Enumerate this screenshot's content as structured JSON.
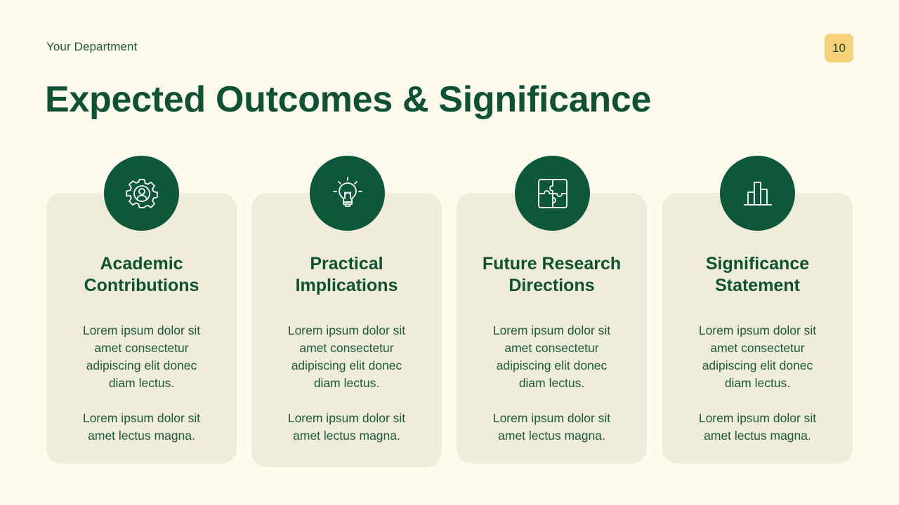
{
  "header": {
    "department": "Your Department",
    "page_number": "10",
    "title": "Expected Outcomes & Significance"
  },
  "colors": {
    "background": "#fdfbee",
    "card": "#efecd9",
    "accent_green": "#0d573a",
    "badge": "#f5d27a"
  },
  "cards": [
    {
      "icon": "gear-user-icon",
      "title": "Academic Contributions",
      "paragraph1": "Lorem ipsum dolor sit amet consectetur adipiscing elit donec diam lectus.",
      "paragraph2": "Lorem ipsum dolor sit amet lectus magna."
    },
    {
      "icon": "lightbulb-icon",
      "title": "Practical Implications",
      "paragraph1": "Lorem ipsum dolor sit amet consectetur adipiscing elit donec diam lectus.",
      "paragraph2": "Lorem ipsum dolor sit amet lectus magna."
    },
    {
      "icon": "puzzle-icon",
      "title": "Future Research Directions",
      "paragraph1": "Lorem ipsum dolor sit amet consectetur adipiscing elit donec diam lectus.",
      "paragraph2": "Lorem ipsum dolor sit amet lectus magna."
    },
    {
      "icon": "bar-chart-icon",
      "title": "Significance Statement",
      "paragraph1": "Lorem ipsum dolor sit amet consectetur adipiscing elit donec diam lectus.",
      "paragraph2": "Lorem ipsum dolor sit amet lectus magna."
    }
  ]
}
